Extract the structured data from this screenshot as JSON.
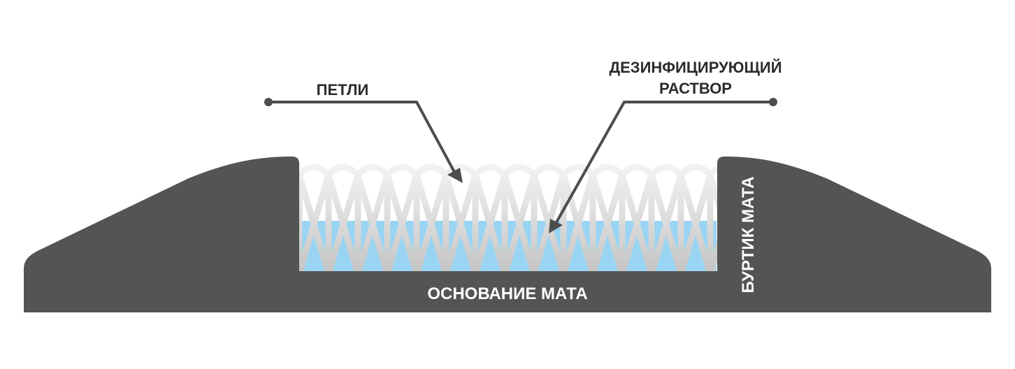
{
  "labels": {
    "loops": "ПЕТЛИ",
    "solution_line1": "ДЕЗИНФИЦИРУЮЩИЙ",
    "solution_line2": "РАСТВОР",
    "mat_base": "ОСНОВАНИЕ МАТА",
    "mat_rim": "БУРТИК МАТА"
  },
  "colors": {
    "mat": "#545454",
    "solution": "#99d4f3",
    "loops_top": "#eeeeee",
    "loops_bottom": "#c9c9c9",
    "pointer": "#4d4d4d",
    "text": "#2b2b2b",
    "background": "#ffffff"
  }
}
